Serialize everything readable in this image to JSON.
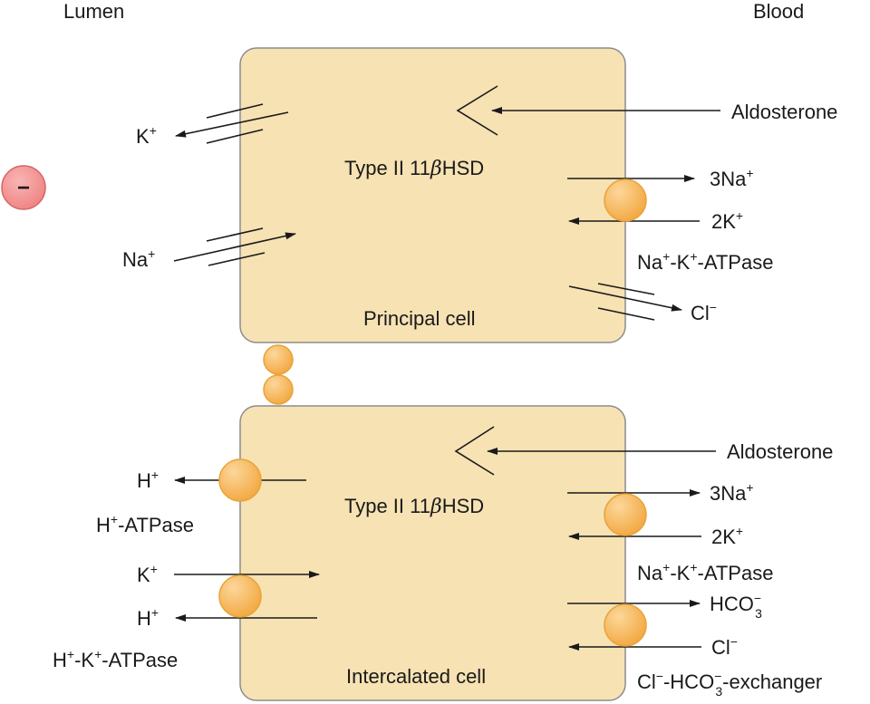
{
  "headers": {
    "left": "Lumen",
    "right": "Blood"
  },
  "lumen_charge": "−",
  "principal": {
    "name": "Principal cell",
    "enzyme": {
      "prefix": "Type II 11",
      "greek": "β",
      "suffix": "HSD"
    },
    "hormone": "Aldosterone",
    "k_out": {
      "ion": "K",
      "charge": "+"
    },
    "na_in": {
      "ion": "Na",
      "charge": "+"
    },
    "pump_na": {
      "ion": "3Na",
      "charge": "+"
    },
    "pump_k": {
      "ion": "2K",
      "charge": "+"
    },
    "pump_label": {
      "p1": "Na",
      "c1": "+",
      "p2": "-K",
      "c2": "+",
      "p3": "-ATPase"
    },
    "cl_out": {
      "ion": "Cl",
      "charge": "−"
    }
  },
  "intercalated": {
    "name": "Intercalated cell",
    "enzyme": {
      "prefix": "Type II 11",
      "greek": "β",
      "suffix": "HSD"
    },
    "hormone": "Aldosterone",
    "h_out": {
      "ion": "H",
      "charge": "+"
    },
    "h_atpase": {
      "p1": "H",
      "c1": "+",
      "p2": "-ATPase"
    },
    "k_in": {
      "ion": "K",
      "charge": "+"
    },
    "h_out2": {
      "ion": "H",
      "charge": "+"
    },
    "hk_atpase": {
      "p1": "H",
      "c1": "+",
      "p2": "-K",
      "c2": "+",
      "p3": "-ATPase"
    },
    "pump_na": {
      "ion": "3Na",
      "charge": "+"
    },
    "pump_k": {
      "ion": "2K",
      "charge": "+"
    },
    "pump_label": {
      "p1": "Na",
      "c1": "+",
      "p2": "-K",
      "c2": "+",
      "p3": "-ATPase"
    },
    "hco3": {
      "ion": "HCO",
      "charge": "−",
      "sub": "3"
    },
    "cl_in": {
      "ion": "Cl",
      "charge": "−"
    },
    "exchanger": {
      "p1": "Cl",
      "c1": "−",
      "p2": "-HCO",
      "c2": "−",
      "s2": "3",
      "p3": "-exchanger"
    }
  },
  "colors": {
    "cell_fill": "#f7e2b3",
    "pump_fill": "#f6b04a",
    "charge_fill": "#f28c8c"
  }
}
